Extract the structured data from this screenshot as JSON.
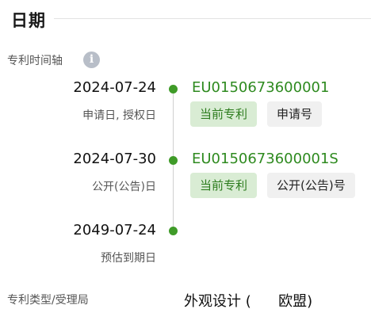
{
  "section": {
    "title": "日期"
  },
  "timeline_label": "专利时间轴",
  "info_icon": "info-icon",
  "accent_color": "#3f9b28",
  "timeline": [
    {
      "date": "2024-07-24",
      "desc": "申请日, 授权日",
      "number": "EU0150673600001",
      "tags": [
        "当前专利",
        "申请号"
      ]
    },
    {
      "date": "2024-07-30",
      "desc": "公开(公告)日",
      "number": "EU0150673600001S",
      "tags": [
        "当前专利",
        "公开(公告)号"
      ]
    },
    {
      "date": "2049-07-24",
      "desc": "预估到期日"
    }
  ],
  "patent_type": {
    "label": "专利类型/受理局",
    "value": "外观设计 (      欧盟)"
  }
}
